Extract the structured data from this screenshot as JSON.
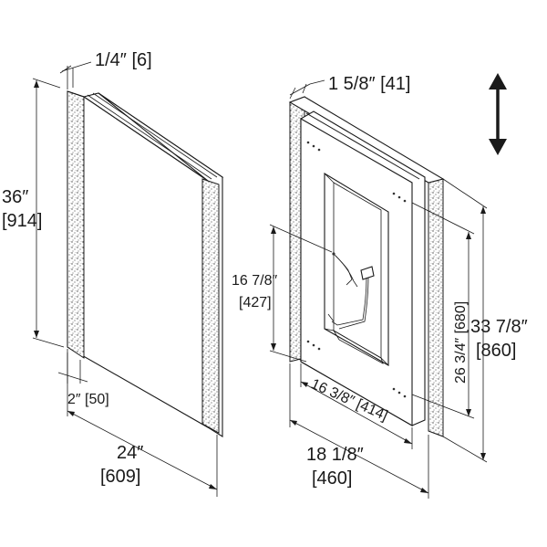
{
  "dimensions": {
    "left_thickness": "1/4″ [6]",
    "left_height_in": "36″",
    "left_height_mm": "[914]",
    "left_strip_width": "2″ [50]",
    "left_width_in": "24″",
    "left_width_mm": "[609]",
    "right_depth": "1 5/8″ [41]",
    "opening_height_in": "16 7/8″",
    "opening_height_mm": "[427]",
    "mount_height": "26 3/4″ [680]",
    "right_height_in": "33 7/8″",
    "right_height_mm": "[860]",
    "mount_width": "16 3/8″ [414]",
    "right_width_in": "18 1/8″",
    "right_width_mm": "[460]"
  },
  "colors": {
    "line": "#1a1a1a",
    "background": "#ffffff"
  },
  "icons": {
    "orientation": "vertical-double-arrow-icon"
  }
}
